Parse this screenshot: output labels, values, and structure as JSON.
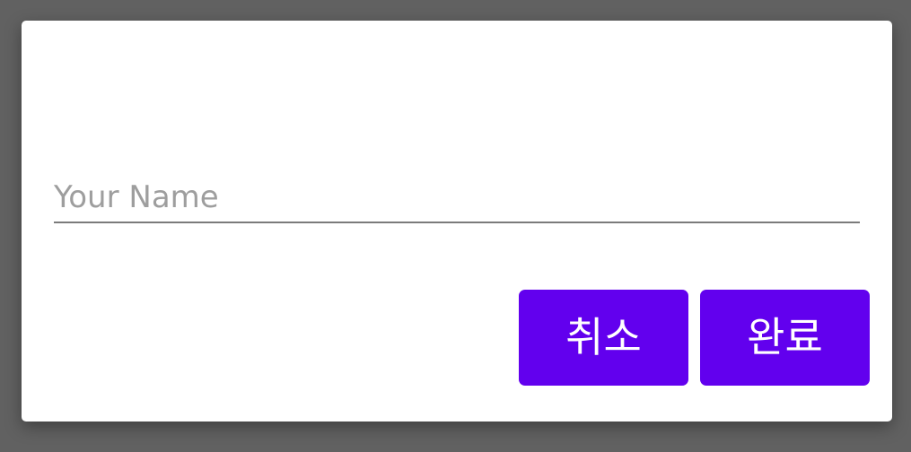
{
  "dialog": {
    "name_input": {
      "value": "",
      "placeholder": "Your Name"
    },
    "buttons": {
      "cancel_label": "취소",
      "done_label": "완료"
    }
  },
  "colors": {
    "scrim": "#616161",
    "dialog_background": "#ffffff",
    "accent": "#6200ee",
    "placeholder": "#9e9e9e",
    "underline": "#7b7b7b"
  }
}
